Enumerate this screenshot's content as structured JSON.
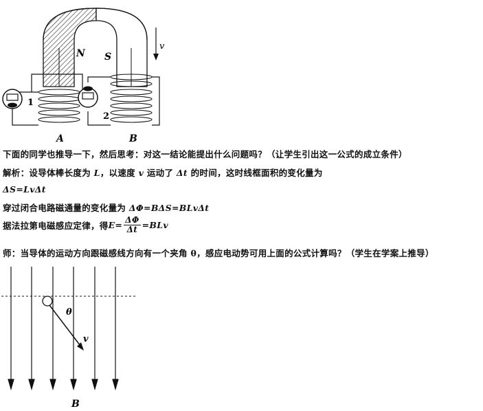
{
  "figure1": {
    "label_N": "N",
    "label_S": "S",
    "label_v": "v",
    "label_1": "1",
    "label_2": "2",
    "label_A": "A",
    "label_B": "B"
  },
  "text": {
    "line1": "下面的同学也推导一下，然后思考：对这一结论能提出什么问题吗？（让学生引出这一公式的成立条件）",
    "line2_prefix": "解析：设导体棒长度为 ",
    "line2_L": "L",
    "line2_mid1": "，以速度 ",
    "line2_v": "v",
    "line2_mid2": " 运动了 ",
    "line2_dt": "Δt",
    "line2_suffix": " 的时间，这时线框面积的变化量为",
    "line3": "ΔS=LvΔt",
    "line4_prefix": "穿过闭合电路磁通量的变化量为 ",
    "line4_formula": "ΔΦ=BΔS=BLvΔt",
    "line5_prefix": "据法拉第电磁感应定律，得 ",
    "line5_E": "E=",
    "line5_num": "ΔΦ",
    "line5_den": "Δt",
    "line5_result": "=BLv",
    "line6": "师：当导体的运动方向跟磁感线方向有一个夹角 θ，感应电动势可用上面的公式计算吗？（学生在学案上推导）"
  },
  "figure2": {
    "label_theta": "θ",
    "label_v": "v",
    "label_B": "B"
  }
}
